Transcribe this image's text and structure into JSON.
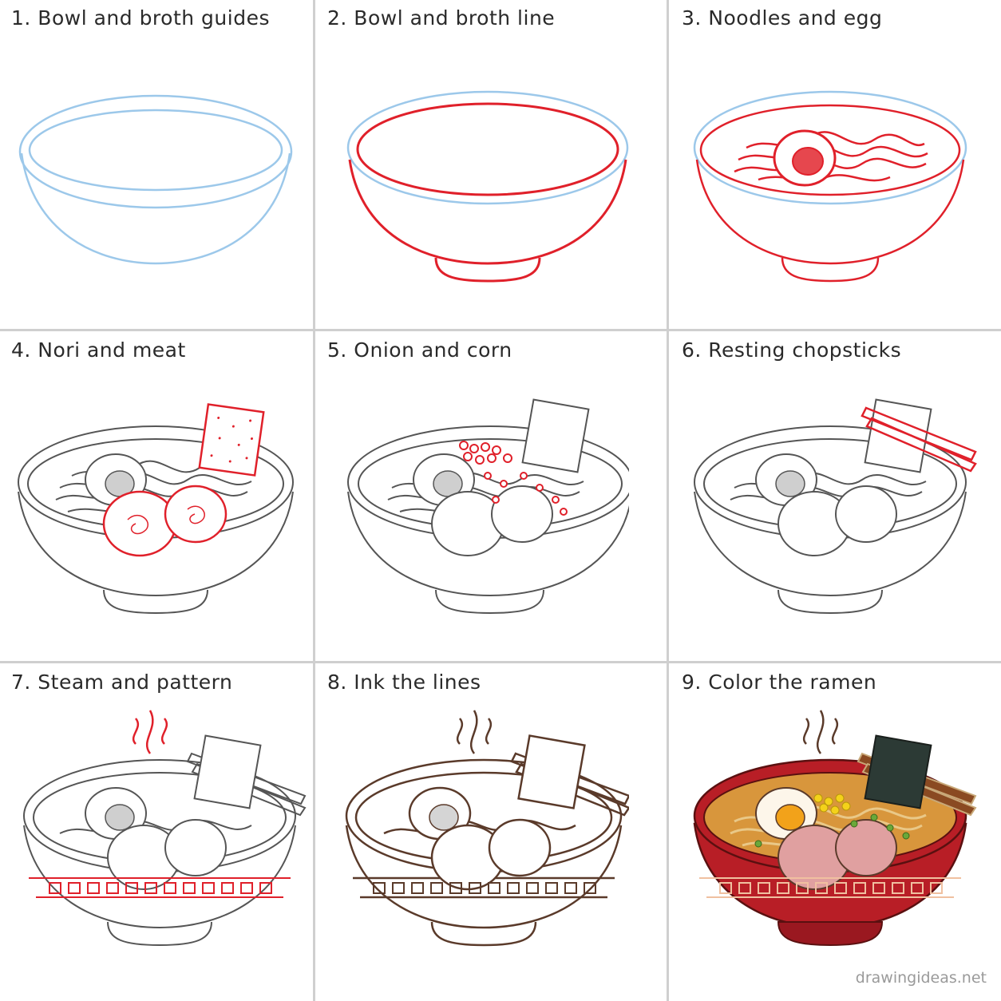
{
  "steps": [
    {
      "label": "1. Bowl and broth guides"
    },
    {
      "label": "2. Bowl and broth line"
    },
    {
      "label": "3. Noodles and egg"
    },
    {
      "label": "4. Nori and meat"
    },
    {
      "label": "5. Onion and corn"
    },
    {
      "label": "6. Resting chopsticks"
    },
    {
      "label": "7. Steam and pattern"
    },
    {
      "label": "8. Ink the lines"
    },
    {
      "label": "9. Color the ramen"
    }
  ],
  "watermark": "drawingideas.net",
  "colors": {
    "guide_blue": "#9cc8ea",
    "new_red": "#e0202a",
    "pencil_gray": "#555555",
    "ink_brown": "#5a3a2a",
    "bowl_red": "#b81e26",
    "broth": "#d8963c",
    "egg_yolk": "#f2a21a",
    "nori": "#2c3a35",
    "chopstick": "#8a4a22",
    "corn": "#f4d21a",
    "onion": "#6aa83a",
    "chashu": "#e0a0a0"
  }
}
